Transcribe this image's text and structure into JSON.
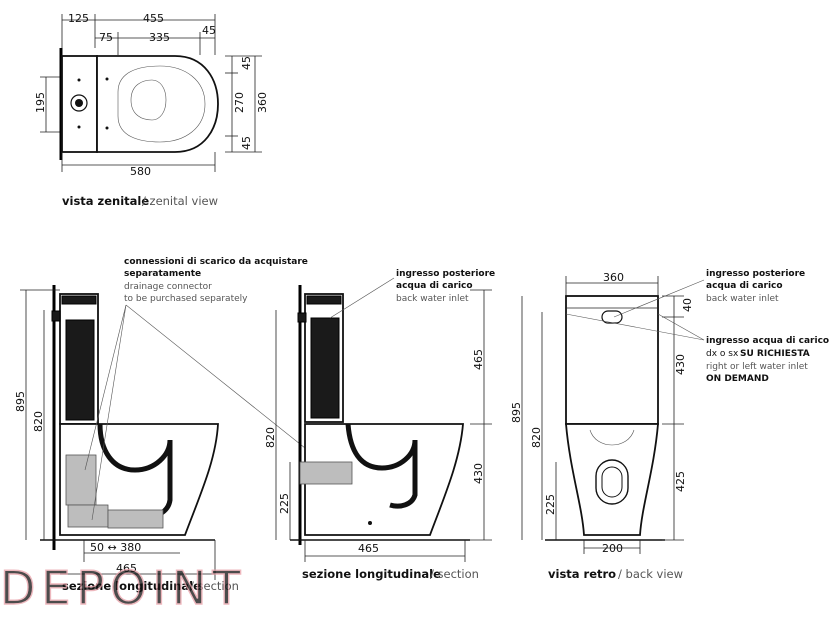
{
  "zenital": {
    "dims": {
      "d125": "125",
      "d455": "455",
      "d75": "75",
      "d335": "335",
      "d45_top": "45",
      "d195": "195",
      "d45_a": "45",
      "d270": "270",
      "d45_b": "45",
      "d360": "360",
      "d580": "580"
    },
    "caption_bold": "vista zenitale",
    "caption_light": "/ zenital view"
  },
  "section1": {
    "dims": {
      "d895": "895",
      "d820": "820",
      "d50_380": "50 ↔ 380",
      "d465": "465"
    },
    "note_bold_line1": "connessioni di scarico da acquistare",
    "note_bold_line2": "separatamente",
    "note_light_line1": "drainage connector",
    "note_light_line2": "to be purchased separately",
    "caption_bold": "sezione longitudinale",
    "caption_light": "/ section"
  },
  "section2": {
    "dims": {
      "d465_v": "465",
      "d820": "820",
      "d430": "430",
      "d225": "225",
      "d465_h": "465"
    },
    "note_line1": "ingresso posteriore",
    "note_line2": "acqua di carico",
    "note_light": "back water inlet",
    "caption_bold": "sezione longitudinale",
    "caption_light": "/ section"
  },
  "back": {
    "dims": {
      "d360": "360",
      "d40": "40",
      "d430": "430",
      "d895": "895",
      "d820": "820",
      "d425": "425",
      "d225": "225",
      "d200": "200"
    },
    "note1_line1": "ingresso posteriore",
    "note1_line2": "acqua di carico",
    "note1_light": "back water inlet",
    "note2_line1": "ingresso acqua di carico",
    "note2_line2_pre": "dx o sx",
    "note2_line2_bold": "SU RICHIESTA",
    "note2_light": "right or left water inlet",
    "note2_bold": "ON DEMAND",
    "caption_bold": "vista retro",
    "caption_light": "/ back view"
  },
  "watermark": "DEPOINT",
  "colors": {
    "watermark": "#e8a0a8",
    "line": "#111111",
    "pipe": "#bdbdbd"
  }
}
